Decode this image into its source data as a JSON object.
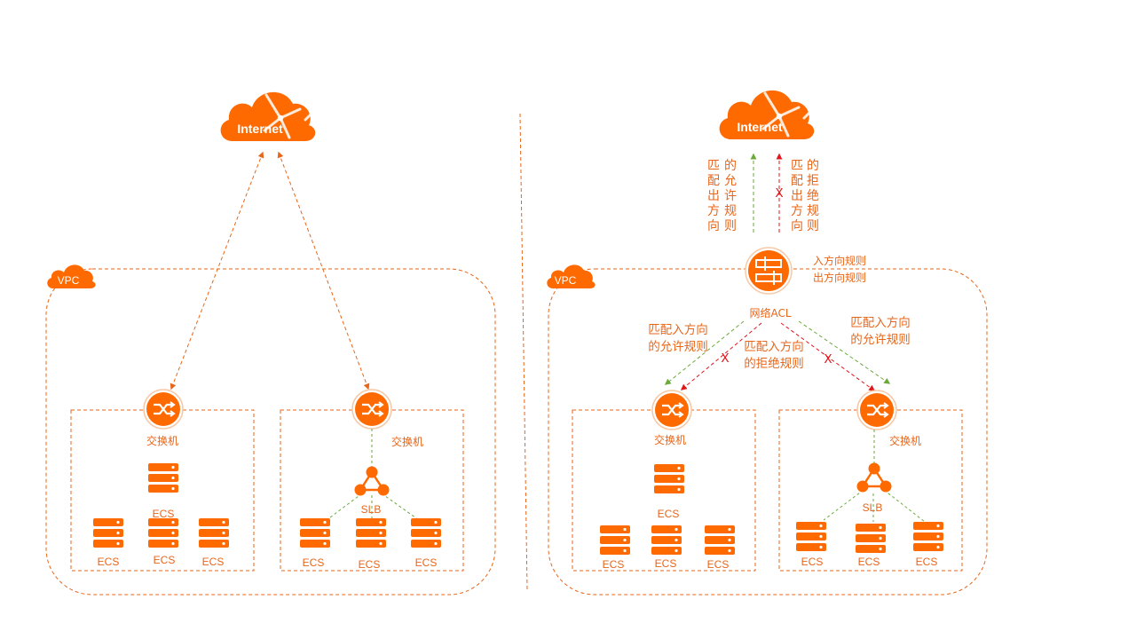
{
  "colors": {
    "accent": "#ff6a00",
    "allow": "#6aaa3a",
    "deny": "#e0161b"
  },
  "left": {
    "internet": "Internet",
    "vpc": "VPC",
    "switch_label": "交换机",
    "slb": "SLB",
    "ecs": "ECS"
  },
  "right": {
    "internet": "Internet",
    "vpc": "VPC",
    "out_allow": "匹配出方向的允许规则",
    "out_allow_col1": [
      "匹",
      "配",
      "出",
      "方",
      "向"
    ],
    "out_allow_col2": [
      "的",
      "允",
      "许",
      "规",
      "则"
    ],
    "out_deny": "匹配出方向的拒绝规则",
    "out_deny_col1": [
      "匹",
      "配",
      "出",
      "方",
      "向"
    ],
    "out_deny_col2": [
      "的",
      "拒",
      "绝",
      "规",
      "则"
    ],
    "inbound_rule": "入方向规则",
    "outbound_rule": "出方向规则",
    "acl": "网络ACL",
    "in_allow_l1": "匹配入方向",
    "in_allow_l2": "的允许规则",
    "in_deny_l1": "匹配入方向",
    "in_deny_l2": "的拒绝规则",
    "switch_label": "交换机",
    "slb": "SLB",
    "ecs": "ECS",
    "deny_mark": "X"
  }
}
